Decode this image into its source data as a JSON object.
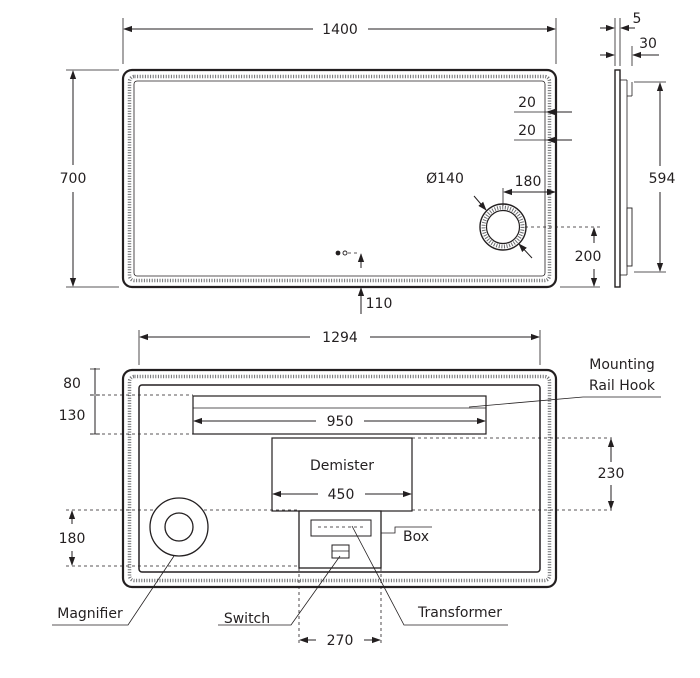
{
  "front_view": {
    "width": "1400",
    "height": "700",
    "magnifier_diameter": "Ø140",
    "magnifier_right_offset": "180",
    "magnifier_bottom_offset": "200",
    "top_offset_1": "20",
    "top_offset_2": "20",
    "sensor_offset": "110"
  },
  "side_view": {
    "thickness_1": "5",
    "thickness_2": "30",
    "rail_height": "594"
  },
  "rear_view": {
    "rail_span": "1294",
    "top_offset": "80",
    "rail_offset": "130",
    "rail_length": "950",
    "demister_label": "Demister",
    "demister_width": "450",
    "demister_height": "230",
    "magnifier_height": "180",
    "box_width": "270",
    "labels": {
      "mounting_line1": "Mounting",
      "mounting_line2": "Rail Hook",
      "box": "Box",
      "magnifier": "Magnifier",
      "switch": "Switch",
      "transformer": "Transformer"
    }
  }
}
